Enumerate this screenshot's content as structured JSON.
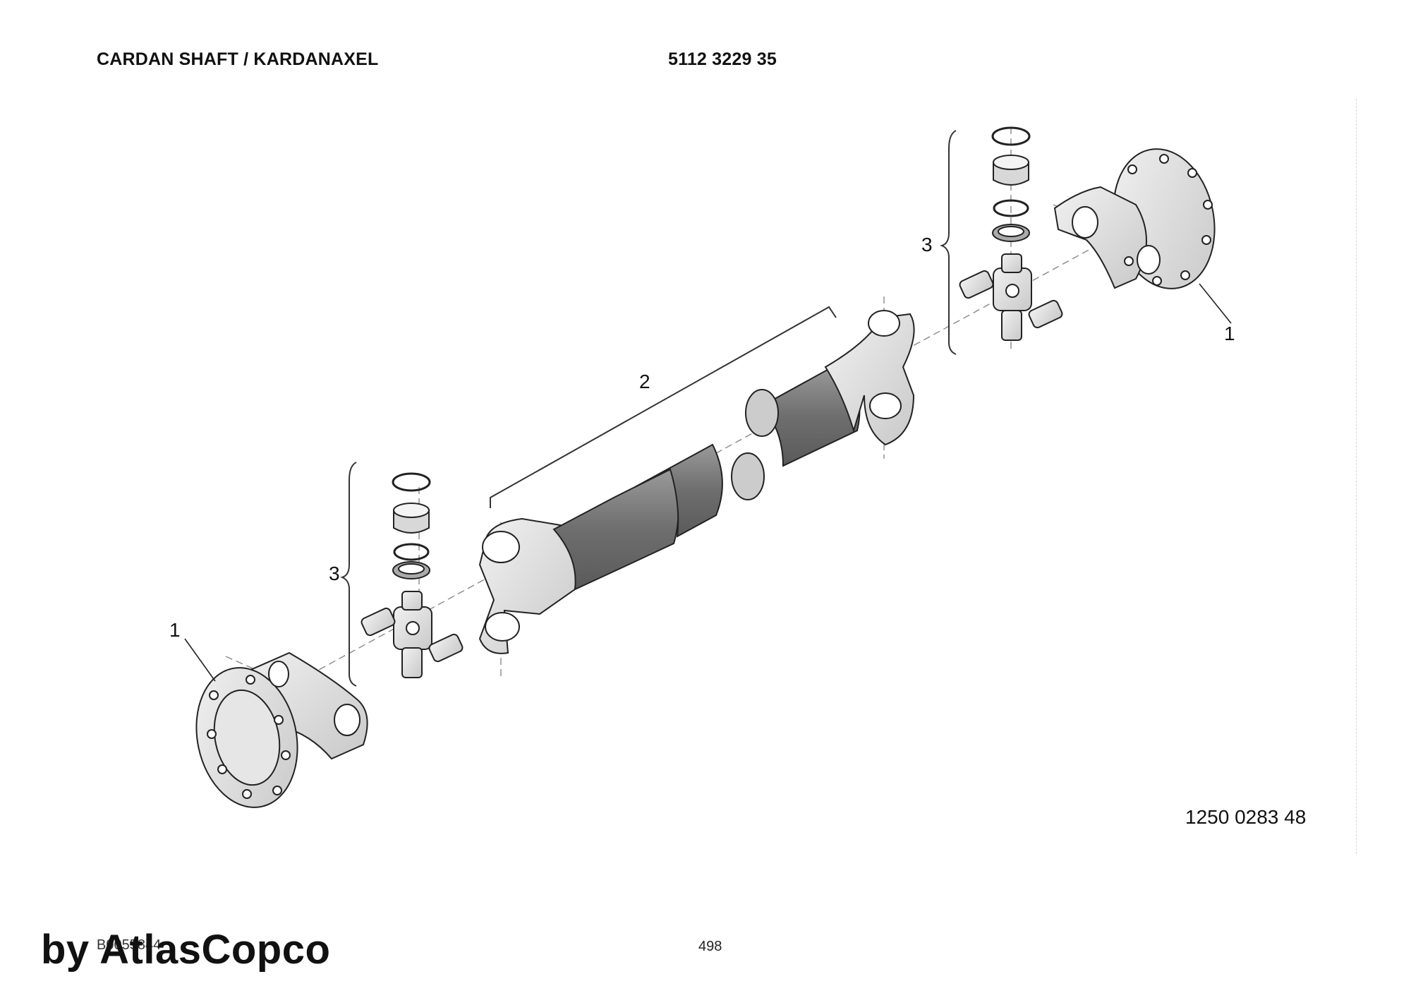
{
  "header": {
    "title": "CARDAN SHAFT / KARDANAXEL",
    "part_number": "5112 3229 35"
  },
  "callouts": {
    "flange_left": "1",
    "flange_right": "1",
    "shaft": "2",
    "kit_left": "3",
    "kit_right": "3"
  },
  "drawing_number": "1250 0283 48",
  "footer": {
    "code": "B0055844",
    "page": "498",
    "watermark": "by AtlasCopco"
  }
}
